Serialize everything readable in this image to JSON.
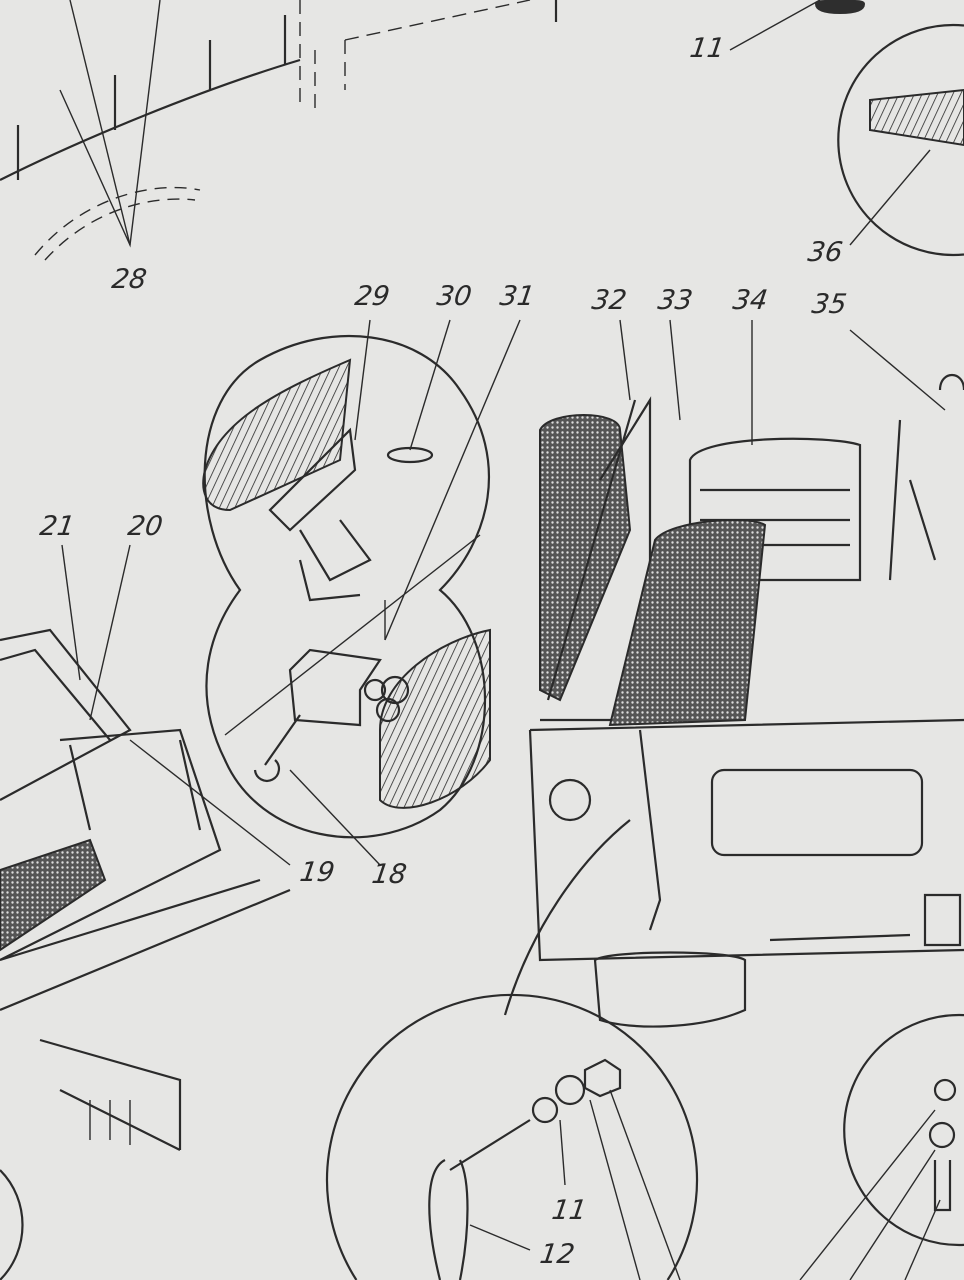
{
  "diagram": {
    "callouts": {
      "c11_top": "11",
      "c28": "28",
      "c36": "36",
      "c29": "29",
      "c30": "30",
      "c31": "31",
      "c32": "32",
      "c33": "33",
      "c34": "34",
      "c35": "35",
      "c21": "21",
      "c20": "20",
      "c19": "19",
      "c18": "18",
      "c11_bottom": "11",
      "c12": "12"
    },
    "colors": {
      "paper": "#e6e6e4",
      "ink": "#2b2b2b"
    }
  }
}
